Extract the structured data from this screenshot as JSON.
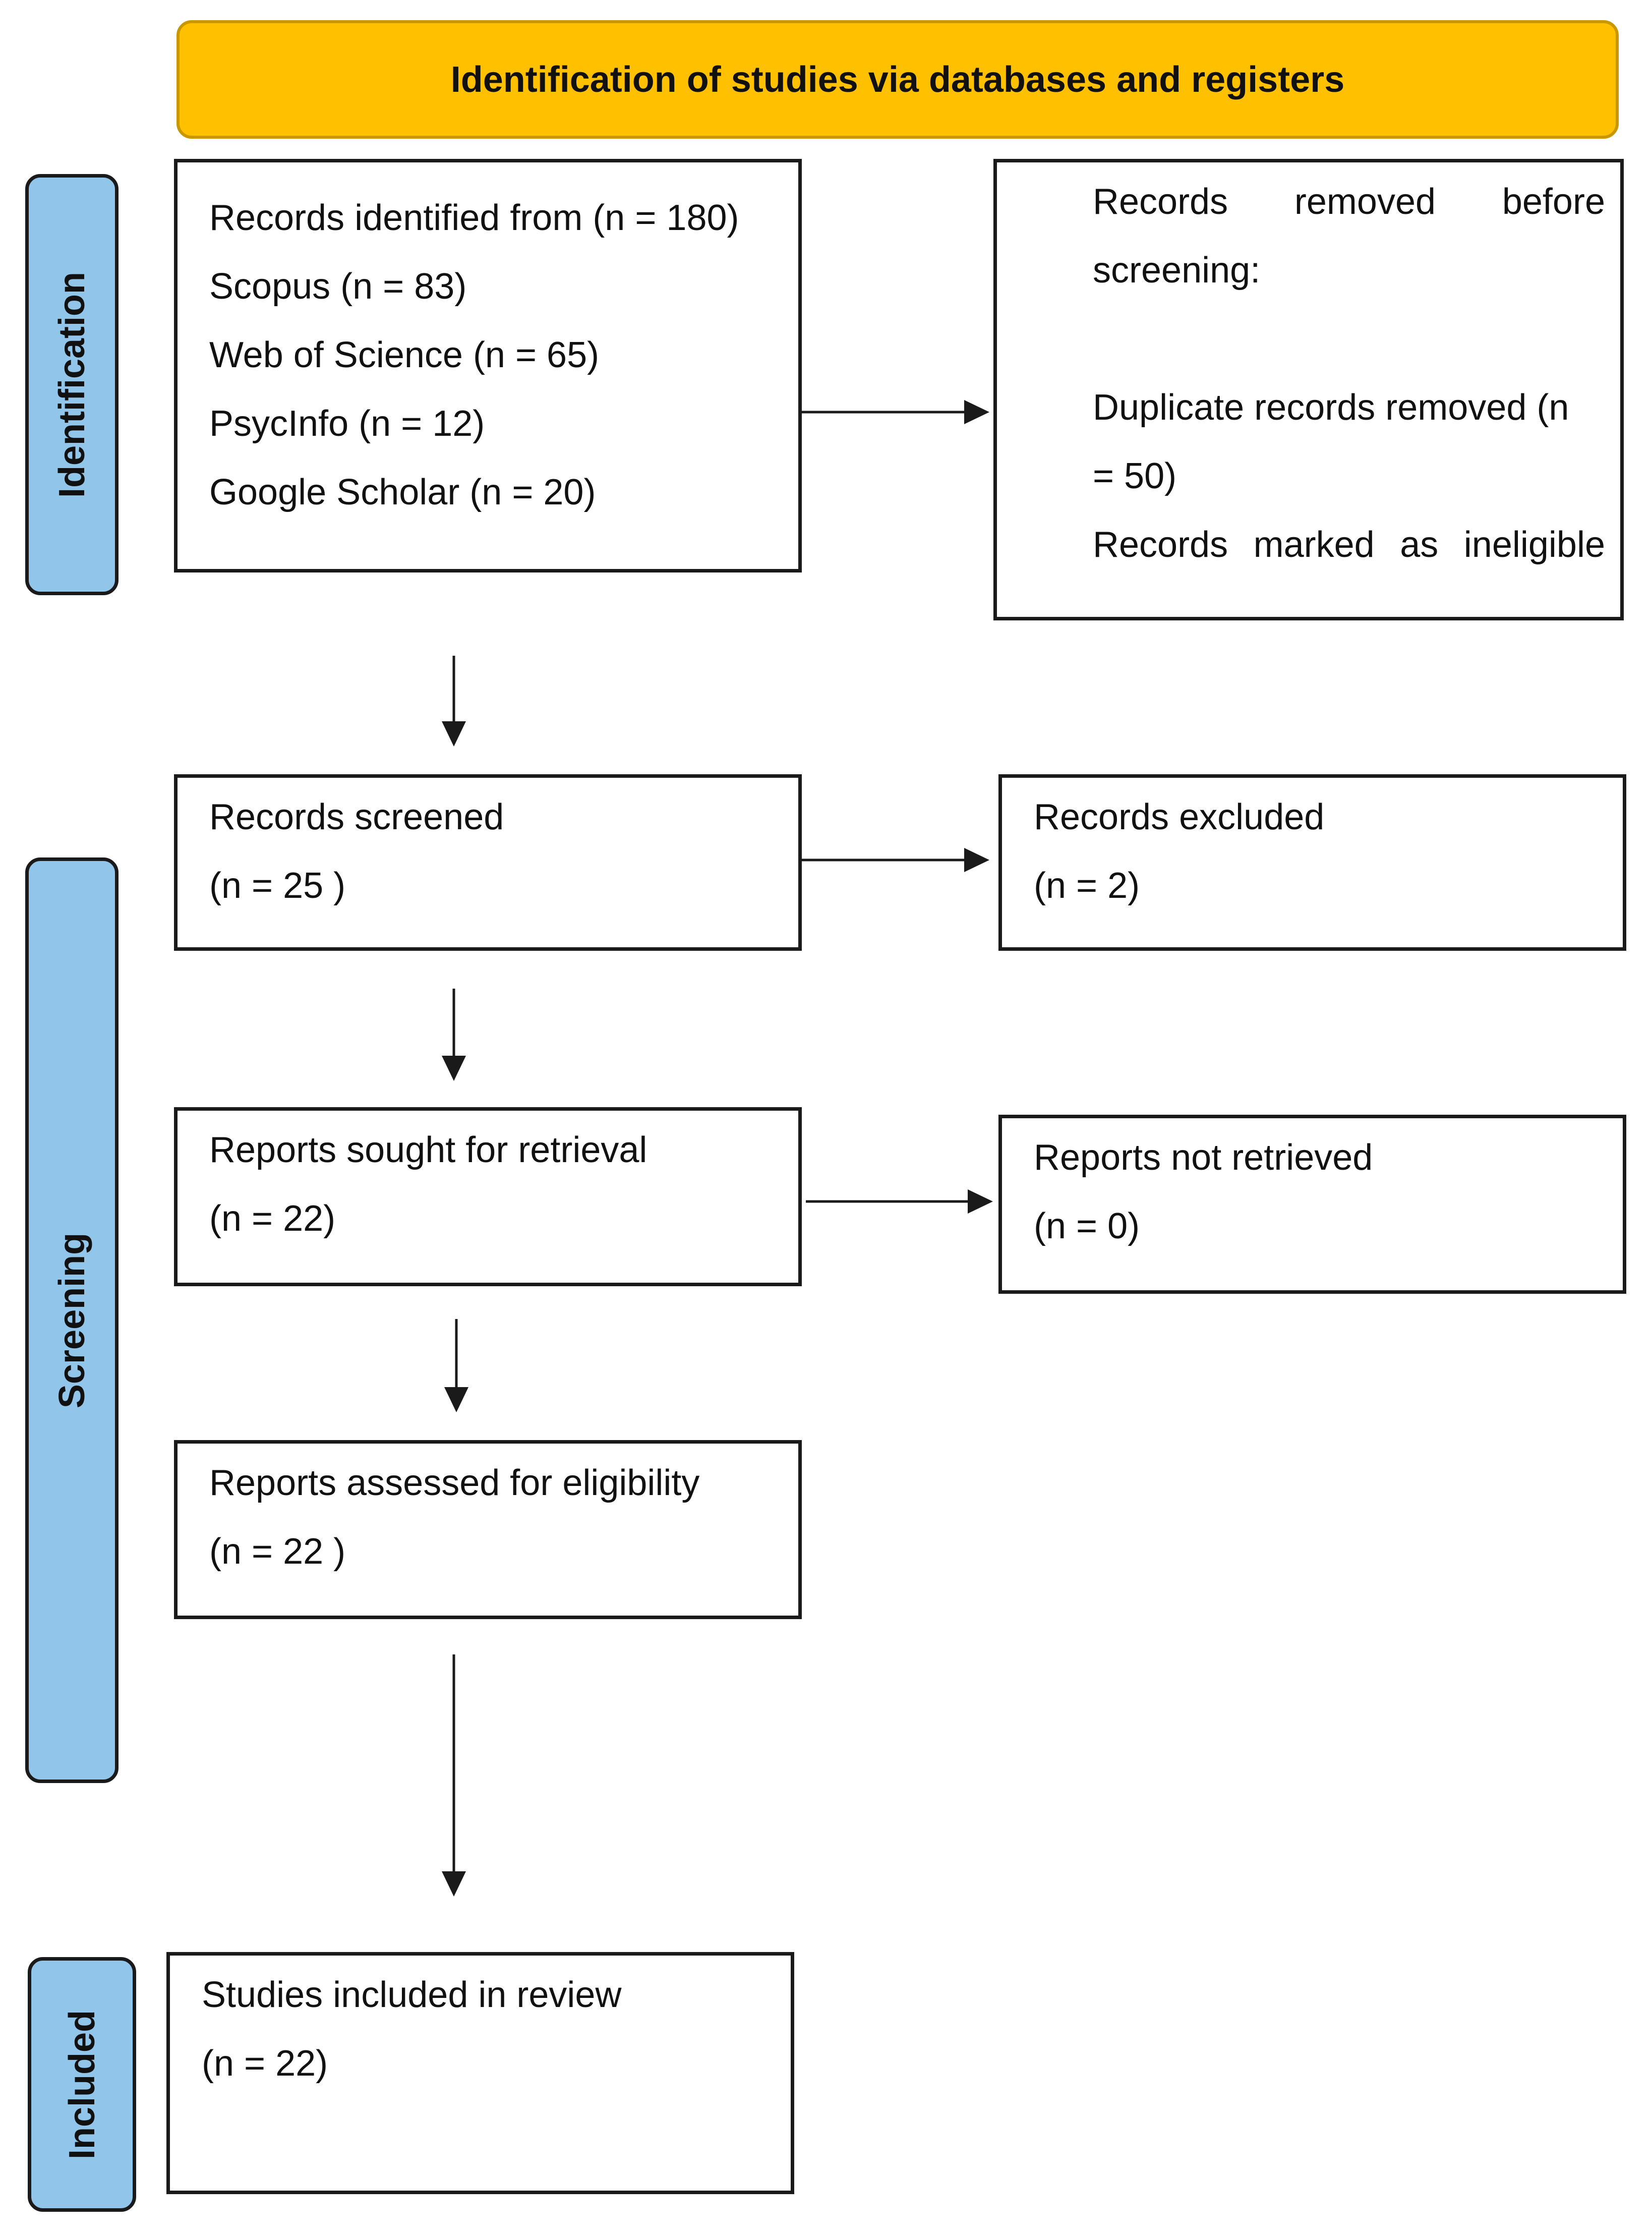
{
  "header": {
    "title": "Identification of studies via databases and registers"
  },
  "phases": {
    "identification": "Identification",
    "screening": "Screening",
    "included": "Included"
  },
  "boxes": {
    "records_identified": {
      "lines": [
        "Records identified from (n = 180)",
        "Scopus (n = 83)",
        "Web of Science (n = 65)",
        "PsycInfo (n = 12)",
        "Google Scholar (n = 20)"
      ]
    },
    "records_removed": {
      "lines": [
        "Records removed before",
        "screening:",
        "",
        "Duplicate records removed (n",
        "= 50)",
        "Records marked as ineligible"
      ]
    },
    "records_screened": {
      "label": "Records screened",
      "count": "(n = 25 )"
    },
    "records_excluded": {
      "label": "Records excluded",
      "count": "(n = 2)"
    },
    "reports_sought": {
      "label": "Reports sought for retrieval",
      "count": "(n = 22)"
    },
    "reports_not_retrieved": {
      "label": "Reports not retrieved",
      "count": "(n = 0)"
    },
    "reports_assessed": {
      "label": "Reports assessed for eligibility",
      "count": "(n = 22 )"
    },
    "studies_included": {
      "label": "Studies included in review",
      "count": "(n = 22)"
    }
  },
  "colors": {
    "header_fill": "#ffc000",
    "phase_fill": "#91c5ea",
    "border": "#1a1a1a"
  }
}
